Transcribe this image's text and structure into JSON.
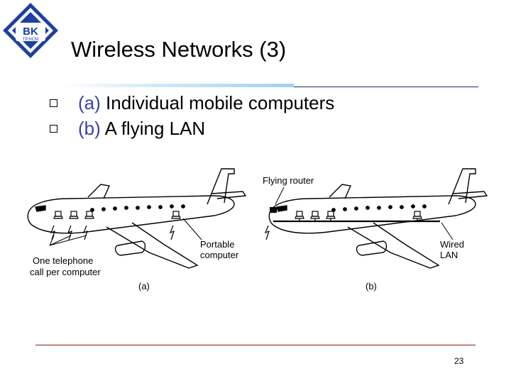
{
  "logo": {
    "text_top": "BK",
    "text_bottom": "TP.HCM"
  },
  "slide": {
    "title": "Wireless Networks (3)",
    "bullets": [
      {
        "tag": "(a)",
        "text": " Individual mobile computers"
      },
      {
        "tag": "(b)",
        "text": " A flying LAN"
      }
    ]
  },
  "figure": {
    "a": {
      "caption": "(a)",
      "label_portable_1": "Portable",
      "label_portable_2": "computer",
      "label_phone_1": "One telephone",
      "label_phone_2": "call per computer"
    },
    "b": {
      "caption": "(b)",
      "label_router": "Flying router",
      "label_wired_1": "Wired",
      "label_wired_2": "LAN"
    }
  },
  "footer": {
    "page_number": "23"
  },
  "colors": {
    "tag": "#3b3fa8",
    "footer_rule": "#8b1a1a",
    "logo_blue": "#1e3fa0"
  }
}
